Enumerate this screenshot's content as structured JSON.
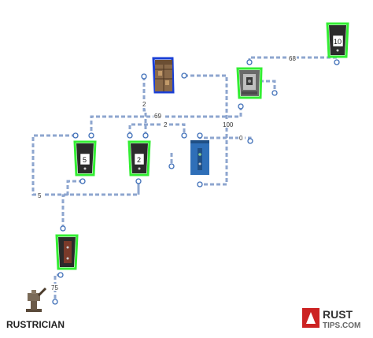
{
  "diagram": {
    "battery_labels": [
      "10",
      "5",
      "2"
    ],
    "wire_labels": [
      "68",
      "2",
      "69",
      "2",
      "100",
      "0",
      "5",
      "75"
    ]
  },
  "branding": {
    "left_logo": "RUSTRICIAN",
    "right_logo_line1": "RUST",
    "right_logo_line2": "TIPS.COM"
  },
  "colors": {
    "wire": "#8ea6cf",
    "port": "#3f6fb8",
    "active_highlight": "#33ee33",
    "selected_highlight": "#1a3fd6",
    "battery_body": "#2b2b2b",
    "battery_stripe": "#7a3a2a",
    "rust_logo_red": "#cc2222"
  }
}
